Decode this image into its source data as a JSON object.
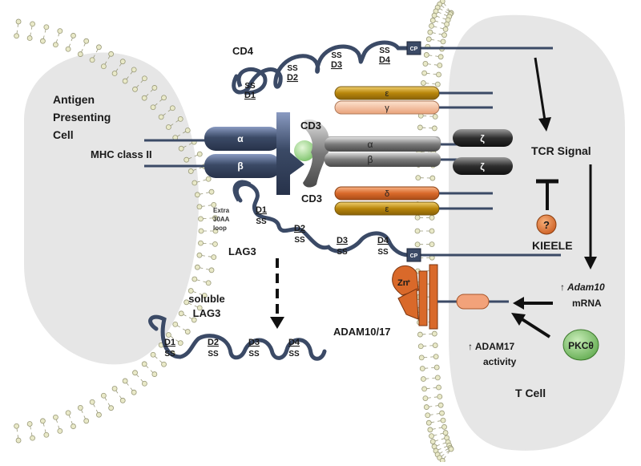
{
  "labels": {
    "apc": [
      "Antigen",
      "Presenting",
      "Cell"
    ],
    "mhc": "MHC class II",
    "cd4": "CD4",
    "cd3_top": "CD3",
    "cd3_bottom": "CD3",
    "tcr_signal": "TCR Signal",
    "kieele": "KIEELE",
    "lag3": "LAG3",
    "soluble_lag3": [
      "soluble",
      "LAG3"
    ],
    "adam": "ADAM10/17",
    "adam10_mrna_arrow": "↑",
    "adam10_mrna_gene": "Adam10",
    "adam10_mrna_suffix": "mRNA",
    "adam17_activity": [
      "↑ ADAM17",
      "activity"
    ],
    "pkc": "PKCθ",
    "t_cell": "T Cell",
    "extra_loop": [
      "Extra",
      "30AA",
      "loop"
    ],
    "unknown": "?",
    "zn": "Zn",
    "cp_top": "CP",
    "cp_mid": "CP"
  },
  "mhc_chains": [
    "α",
    "β"
  ],
  "tcr_chains": [
    "α",
    "β"
  ],
  "cd3_chains_top": [
    "ε",
    "γ"
  ],
  "cd3_chains_bottom": [
    "δ",
    "ε"
  ],
  "zeta_chains": [
    "ζ",
    "ζ"
  ],
  "cd4_domains": [
    {
      "name": "D1",
      "bond": "SS"
    },
    {
      "name": "D2",
      "bond": "SS"
    },
    {
      "name": "D3",
      "bond": "SS"
    },
    {
      "name": "D4",
      "bond": "SS"
    }
  ],
  "lag3_domains": [
    {
      "name": "D1",
      "bond": "SS"
    },
    {
      "name": "D2",
      "bond": "SS"
    },
    {
      "name": "D3",
      "bond": "SS"
    },
    {
      "name": "D4",
      "bond": "SS"
    }
  ],
  "soluble_lag3_domains": [
    {
      "name": "D1",
      "bond": "SS"
    },
    {
      "name": "D2",
      "bond": "SS"
    },
    {
      "name": "D3",
      "bond": "SS"
    },
    {
      "name": "D4",
      "bond": "SS"
    }
  ],
  "colors": {
    "cell_fill": "#e6e6e6",
    "membrane_head": "#e9e9c8",
    "membrane_stroke": "#9a9a7a",
    "protein_blue": "#3b4a66",
    "protein_blue_light": "#6b7ea8",
    "epsilon": "#c9971e",
    "gamma": "#f2c0a0",
    "delta": "#d9783a",
    "zeta": "#3a3a3a",
    "tcr_gray": "#8a8a8a",
    "peptide": "#9fd38a",
    "adam": "#d9692a",
    "pkc": "#7cc36a",
    "unknown": "#e07a2a"
  }
}
